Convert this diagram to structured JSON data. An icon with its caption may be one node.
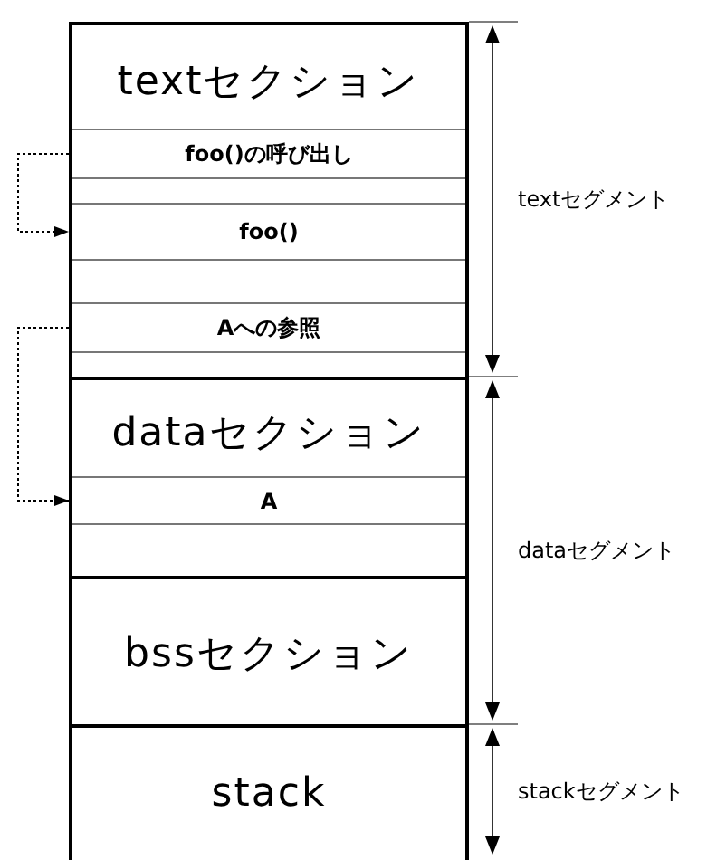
{
  "diagram": {
    "nodes": [
      {
        "text": [
          "textセクション"
        ]
      },
      {
        "text": [
          "foo()の呼び出し"
        ],
        "in": 0
      },
      {
        "text": [
          "foo()"
        ],
        "in": 0
      },
      {
        "text": [
          "Aへの参照"
        ],
        "in": 0
      },
      {
        "text": [
          "dataセクション"
        ]
      },
      {
        "text": [
          "A"
        ],
        "in": 4
      },
      {
        "text": [
          "bssセクション"
        ]
      },
      {
        "text": [
          "stack"
        ]
      }
    ],
    "edges": [
      {
        "from": 1,
        "to": 2,
        "arrow": "to",
        "style": "dashed"
      },
      {
        "from": 3,
        "to": 5,
        "arrow": "to",
        "style": "dashed"
      }
    ],
    "labels": [
      "textセグメント",
      "dataセグメント",
      "stackセグメント"
    ]
  }
}
